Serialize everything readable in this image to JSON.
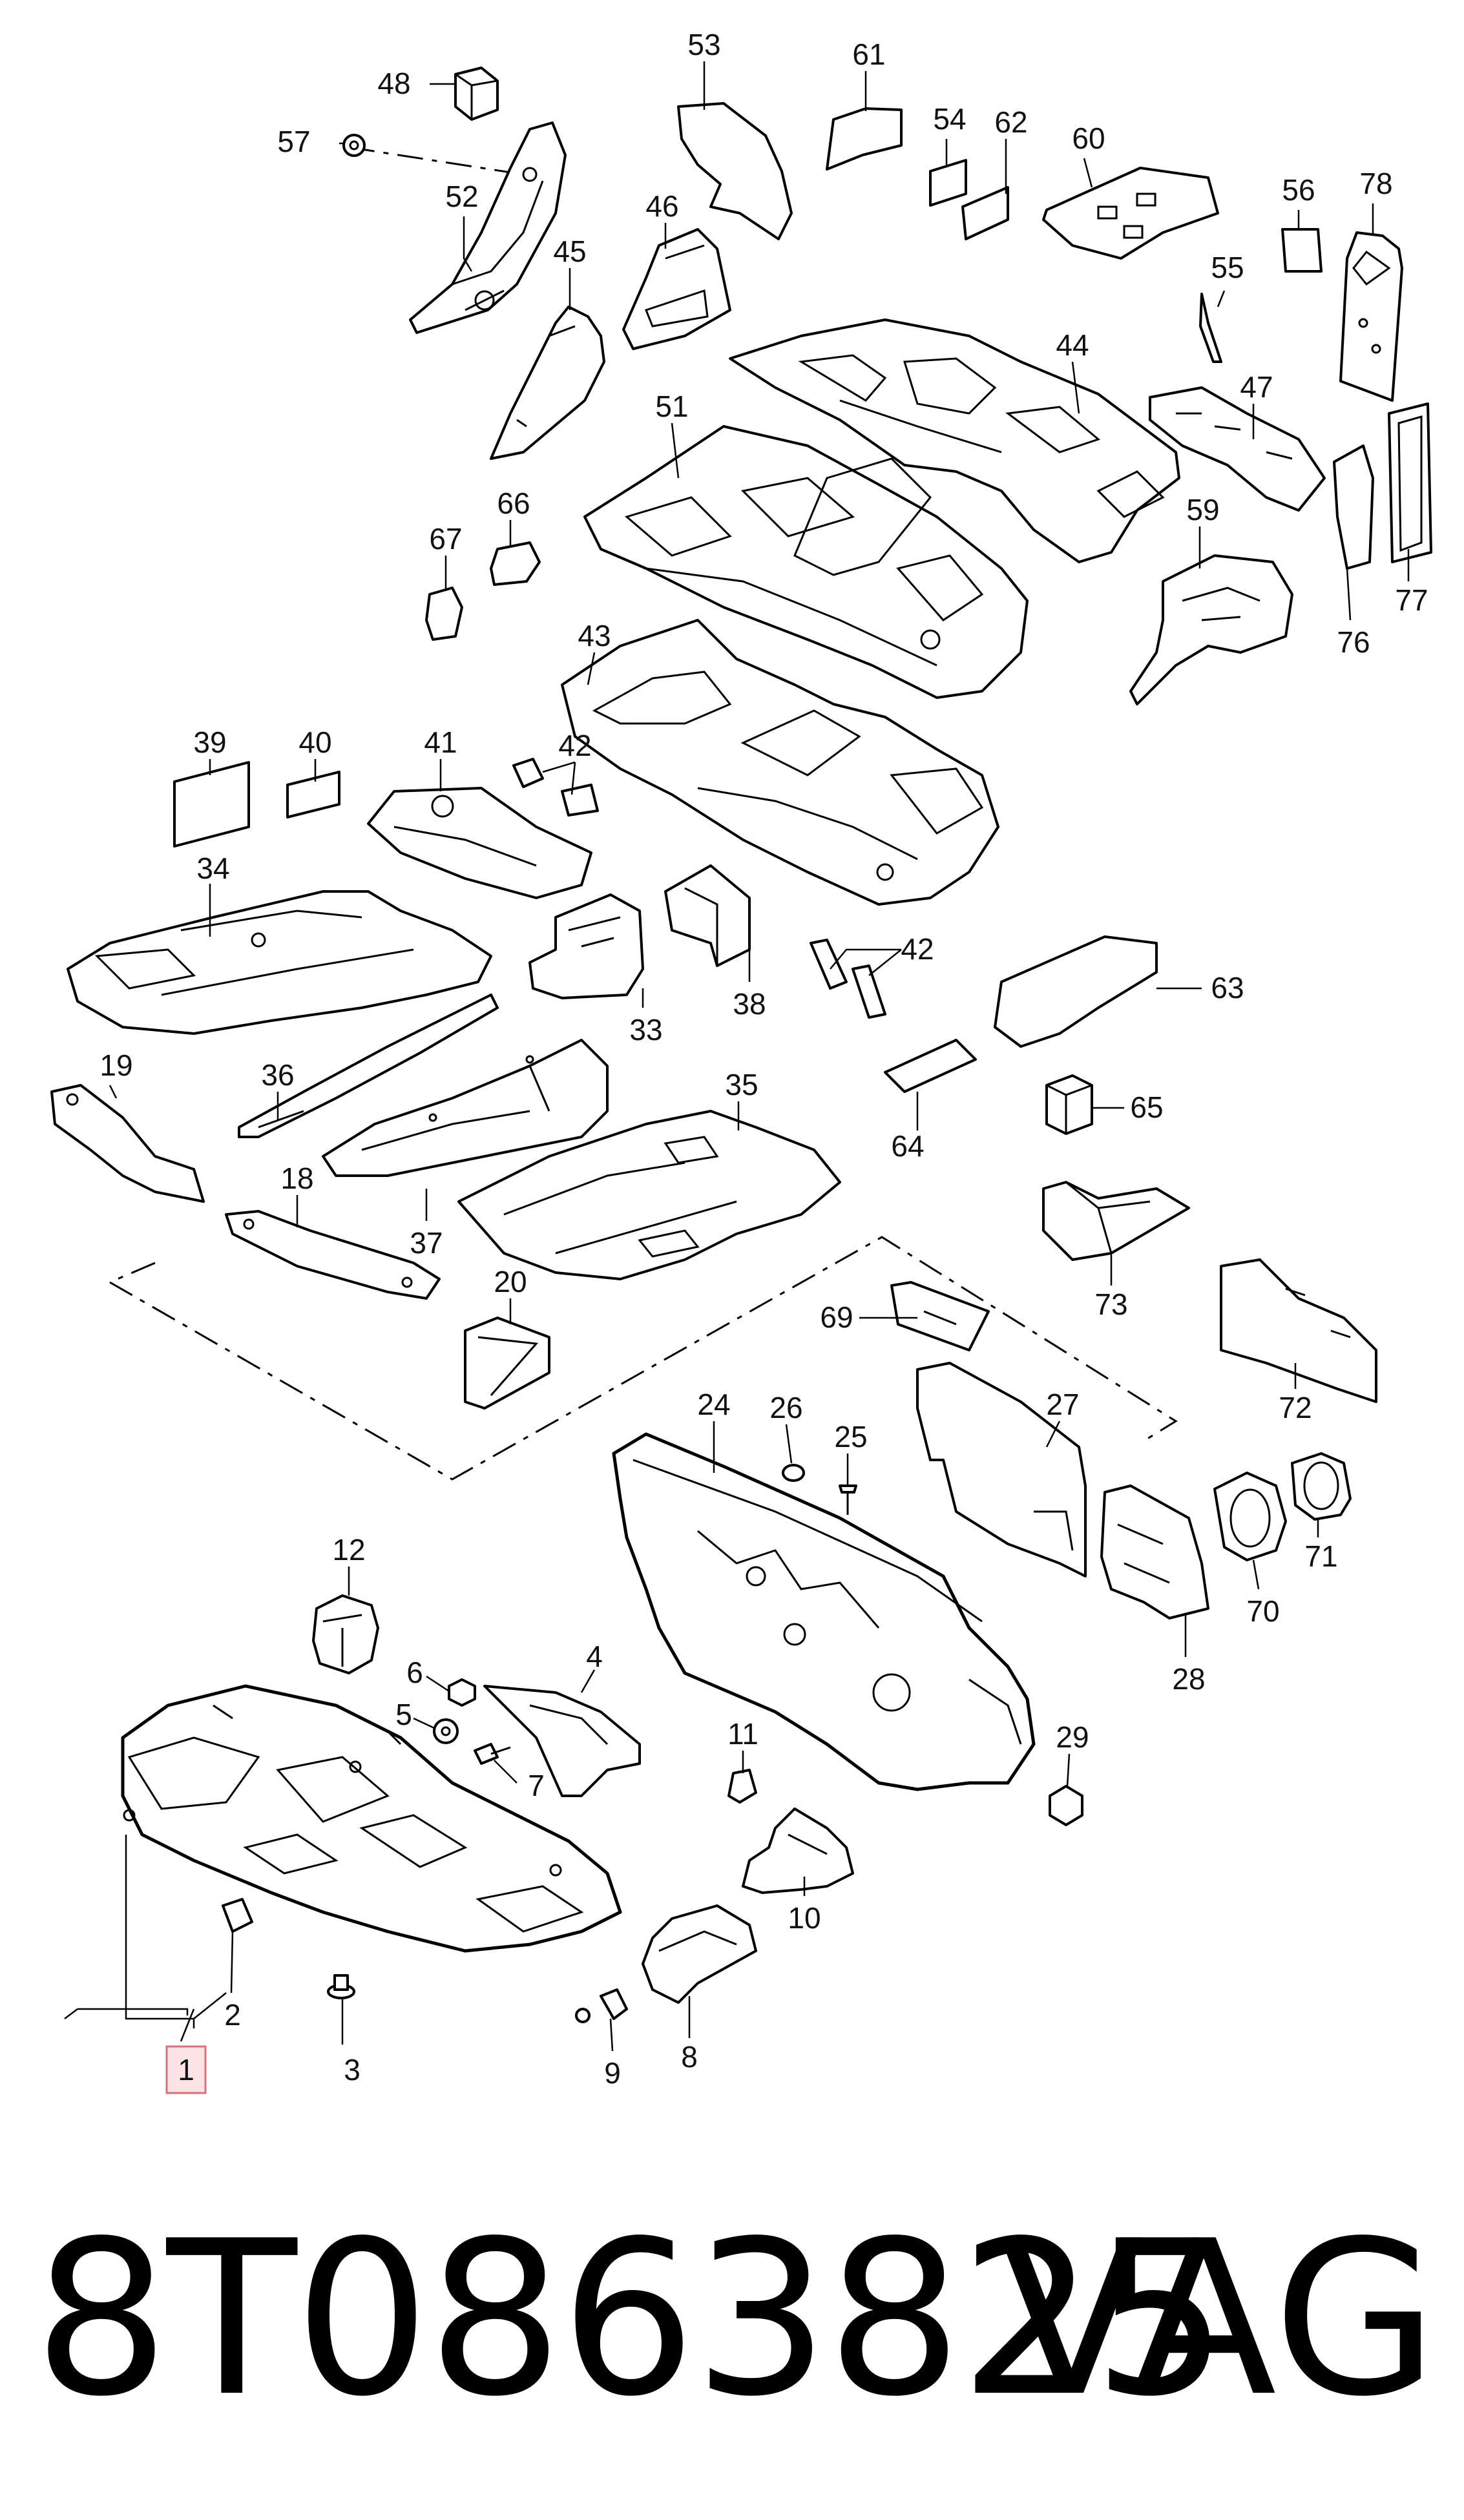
{
  "title": "",
  "highlighted_callout": "1",
  "callouts": {
    "c1": "1",
    "c2": "2",
    "c3": "3",
    "c4": "4",
    "c5": "5",
    "c6": "6",
    "c7": "7",
    "c8": "8",
    "c9": "9",
    "c10": "10",
    "c11": "11",
    "c12": "12",
    "c18": "18",
    "c19": "19",
    "c20": "20",
    "c24": "24",
    "c25": "25",
    "c26": "26",
    "c27": "27",
    "c28": "28",
    "c29": "29",
    "c33": "33",
    "c34": "34",
    "c35": "35",
    "c36": "36",
    "c37": "37",
    "c38": "38",
    "c39": "39",
    "c40": "40",
    "c41": "41",
    "c42a": "42",
    "c42b": "42",
    "c43": "43",
    "c44": "44",
    "c45": "45",
    "c46": "46",
    "c47": "47",
    "c48": "48",
    "c51": "51",
    "c52": "52",
    "c53": "53",
    "c54": "54",
    "c55": "55",
    "c56": "56",
    "c57": "57",
    "c59": "59",
    "c60": "60",
    "c61": "61",
    "c62": "62",
    "c63": "63",
    "c64": "64",
    "c65": "65",
    "c66": "66",
    "c67": "67",
    "c69": "69",
    "c70": "70",
    "c71": "71",
    "c72": "72",
    "c73": "73",
    "c76": "76",
    "c77": "77",
    "c78": "78"
  },
  "footer": {
    "part_number": "8T0863825",
    "brand": "VAG"
  },
  "colors": {
    "line": "#000000",
    "highlight_fill": "#fbe3e6",
    "highlight_stroke": "#d9707f"
  }
}
